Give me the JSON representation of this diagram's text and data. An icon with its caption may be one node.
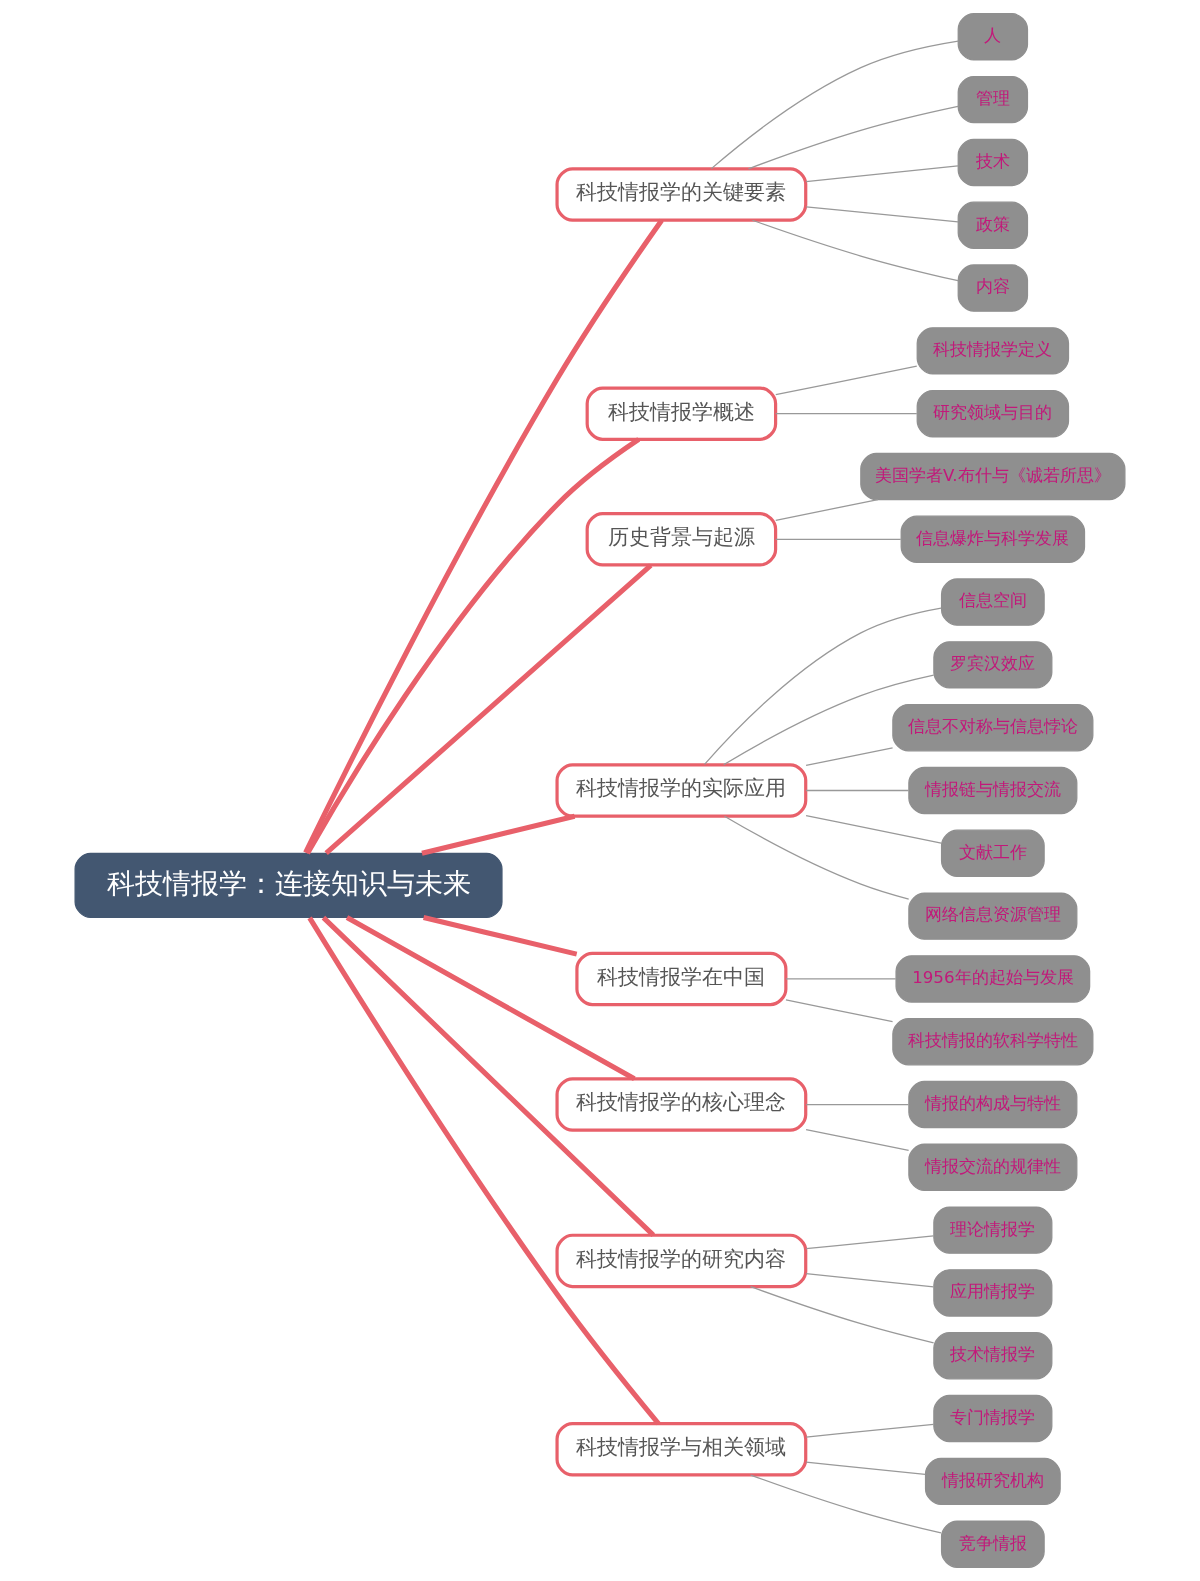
{
  "diagram": {
    "nodes": [
      {
        "text": [
          "科技情报学：连接知识与未来"
        ]
      },
      {
        "text": [
          "科技情报学的关键要素"
        ]
      },
      {
        "text": [
          "人"
        ]
      },
      {
        "text": [
          "管理"
        ]
      },
      {
        "text": [
          "技术"
        ]
      },
      {
        "text": [
          "政策"
        ]
      },
      {
        "text": [
          "内容"
        ]
      },
      {
        "text": [
          "科技情报学概述"
        ]
      },
      {
        "text": [
          "科技情报学定义"
        ]
      },
      {
        "text": [
          "研究领域与目的"
        ]
      },
      {
        "text": [
          "历史背景与起源"
        ]
      },
      {
        "text": [
          "美国学者V.布什与《诚若所思》"
        ]
      },
      {
        "text": [
          "信息爆炸与科学发展"
        ]
      },
      {
        "text": [
          "科技情报学的实际应用"
        ]
      },
      {
        "text": [
          "信息空间"
        ]
      },
      {
        "text": [
          "罗宾汉效应"
        ]
      },
      {
        "text": [
          "信息不对称与信息悖论"
        ]
      },
      {
        "text": [
          "情报链与情报交流"
        ]
      },
      {
        "text": [
          "文献工作"
        ]
      },
      {
        "text": [
          "网络信息资源管理"
        ]
      },
      {
        "text": [
          "科技情报学在中国"
        ]
      },
      {
        "text": [
          "1956年的起始与发展"
        ]
      },
      {
        "text": [
          "科技情报的软科学特性"
        ]
      },
      {
        "text": [
          "科技情报学的核心理念"
        ]
      },
      {
        "text": [
          "情报的构成与特性"
        ]
      },
      {
        "text": [
          "情报交流的规律性"
        ]
      },
      {
        "text": [
          "科技情报学的研究内容"
        ]
      },
      {
        "text": [
          "理论情报学"
        ]
      },
      {
        "text": [
          "应用情报学"
        ]
      },
      {
        "text": [
          "技术情报学"
        ]
      },
      {
        "text": [
          "科技情报学与相关领域"
        ]
      },
      {
        "text": [
          "专门情报学"
        ]
      },
      {
        "text": [
          "情报研究机构"
        ]
      },
      {
        "text": [
          "竞争情报"
        ]
      }
    ],
    "edges": [
      {
        "from": 0,
        "to": 1,
        "arrow": "none",
        "style": "thick",
        "color": "#e8606a"
      },
      {
        "from": 1,
        "to": 2,
        "arrow": "none"
      },
      {
        "from": 1,
        "to": 3,
        "arrow": "none"
      },
      {
        "from": 1,
        "to": 4,
        "arrow": "none"
      },
      {
        "from": 1,
        "to": 5,
        "arrow": "none"
      },
      {
        "from": 1,
        "to": 6,
        "arrow": "none"
      },
      {
        "from": 0,
        "to": 7,
        "arrow": "none",
        "style": "thick",
        "color": "#e8606a"
      },
      {
        "from": 7,
        "to": 8,
        "arrow": "none"
      },
      {
        "from": 7,
        "to": 9,
        "arrow": "none"
      },
      {
        "from": 0,
        "to": 10,
        "arrow": "none",
        "style": "thick",
        "color": "#e8606a"
      },
      {
        "from": 10,
        "to": 11,
        "arrow": "none"
      },
      {
        "from": 10,
        "to": 12,
        "arrow": "none"
      },
      {
        "from": 0,
        "to": 13,
        "arrow": "none",
        "style": "thick",
        "color": "#e8606a"
      },
      {
        "from": 13,
        "to": 14,
        "arrow": "none"
      },
      {
        "from": 13,
        "to": 15,
        "arrow": "none"
      },
      {
        "from": 13,
        "to": 16,
        "arrow": "none"
      },
      {
        "from": 13,
        "to": 17,
        "arrow": "none"
      },
      {
        "from": 13,
        "to": 18,
        "arrow": "none"
      },
      {
        "from": 13,
        "to": 19,
        "arrow": "none"
      },
      {
        "from": 0,
        "to": 20,
        "arrow": "none",
        "style": "thick",
        "color": "#e8606a"
      },
      {
        "from": 20,
        "to": 21,
        "arrow": "none"
      },
      {
        "from": 20,
        "to": 22,
        "arrow": "none"
      },
      {
        "from": 0,
        "to": 23,
        "arrow": "none",
        "style": "thick",
        "color": "#e8606a"
      },
      {
        "from": 23,
        "to": 24,
        "arrow": "none"
      },
      {
        "from": 23,
        "to": 25,
        "arrow": "none"
      },
      {
        "from": 0,
        "to": 26,
        "arrow": "none",
        "style": "thick",
        "color": "#e8606a"
      },
      {
        "from": 26,
        "to": 27,
        "arrow": "none"
      },
      {
        "from": 26,
        "to": 28,
        "arrow": "none"
      },
      {
        "from": 26,
        "to": 29,
        "arrow": "none"
      },
      {
        "from": 0,
        "to": 30,
        "arrow": "none",
        "style": "thick",
        "color": "#e8606a"
      },
      {
        "from": 30,
        "to": 31,
        "arrow": "none"
      },
      {
        "from": 30,
        "to": 32,
        "arrow": "none"
      },
      {
        "from": 30,
        "to": 33,
        "arrow": "none"
      }
    ]
  }
}
